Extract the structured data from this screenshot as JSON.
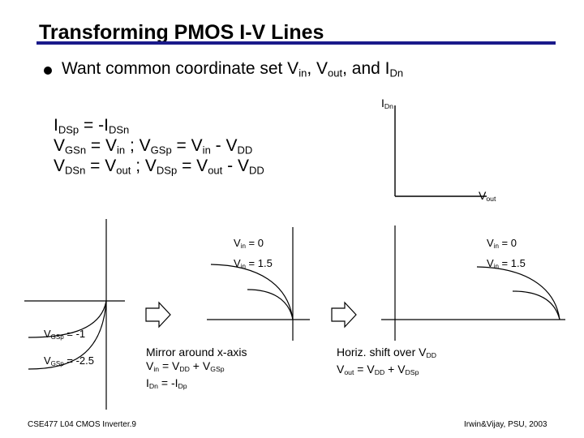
{
  "title": "Transforming PMOS I-V Lines",
  "colors": {
    "title_rule": "#1a1a8a",
    "text": "#000000"
  },
  "bullet": {
    "pre": "Want common coordinate set V",
    "s1": "in",
    "m1": ", V",
    "s2": "out",
    "m2": ", and I",
    "s3": "Dn"
  },
  "equations": {
    "e1": {
      "a": "I",
      "as": "DSp",
      "b": " = -I",
      "bs": "DSn"
    },
    "e2": {
      "a": "V",
      "as": "GSn",
      "b": " = V",
      "bs": "in",
      "c": " ; V",
      "cs": "GSp",
      "d": " = V",
      "ds": "in",
      "e": " - V",
      "es": "DD"
    },
    "e3": {
      "a": "V",
      "as": "DSn",
      "b": " = V",
      "bs": "out",
      "c": " ; V",
      "cs": "DSp",
      "d": " = V",
      "ds": "out",
      "e": " - V",
      "es": "DD"
    }
  },
  "axes": {
    "idn": {
      "a": "I",
      "s": "Dn"
    },
    "vout": {
      "a": "V",
      "s": "out"
    }
  },
  "plot1_labels": {
    "l1": {
      "a": "V",
      "s": "GSp",
      "b": " = -1"
    },
    "l2": {
      "a": "V",
      "s": "GSp",
      "b": " = -2.5"
    }
  },
  "plot2_labels": {
    "l1": {
      "a": "V",
      "s": "in",
      "b": " = 0"
    },
    "l2": {
      "a": "V",
      "s": "in",
      "b": " = 1.5"
    }
  },
  "plot3_labels": {
    "l1": {
      "a": "V",
      "s": "in",
      "b": " = 0"
    },
    "l2": {
      "a": "V",
      "s": "in",
      "b": " = 1.5"
    }
  },
  "caption_mirror": {
    "line1": "Mirror around x-axis",
    "line2": {
      "a": "V",
      "as": "in",
      "b": " = V",
      "bs": "DD",
      "c": " + V",
      "cs": "GSp"
    },
    "line3": {
      "a": "I",
      "as": "Dn",
      "b": " = -I",
      "bs": "Dp"
    }
  },
  "caption_shift": {
    "line1": {
      "a": "Horiz. shift over V",
      "as": "DD"
    },
    "line2": {
      "a": "V",
      "as": "out",
      "b": " = V",
      "bs": "DD",
      "c": " + V",
      "cs": "DSp"
    }
  },
  "footer": {
    "left": "CSE477  L04 CMOS Inverter.9",
    "right": "Irwin&Vijay, PSU, 2003"
  }
}
